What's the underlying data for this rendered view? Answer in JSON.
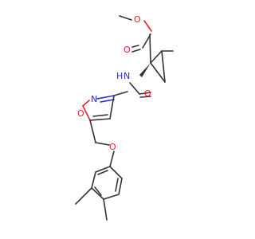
{
  "colors": {
    "bond": "#333333",
    "oxygen": "#e8202a",
    "nitrogen": "#2b2bd6"
  },
  "atoms": {
    "ester_o_single": "O",
    "ester_o_double": "O",
    "amide_nh": "H",
    "amide_n": "N",
    "amide_o": "O",
    "isox_n": "N",
    "isox_o": "O",
    "ether_o": "O"
  }
}
